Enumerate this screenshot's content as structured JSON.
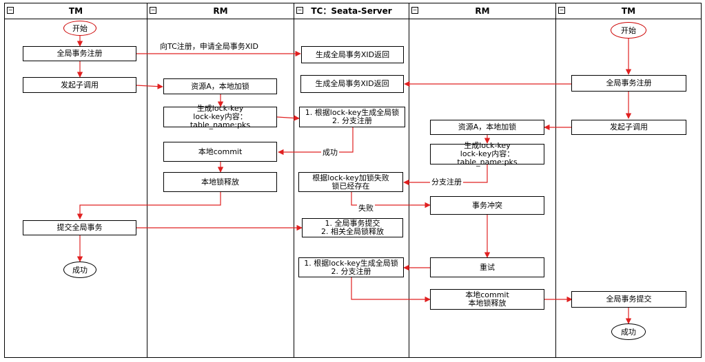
{
  "lanes": [
    {
      "title": "TM"
    },
    {
      "title": "RM"
    },
    {
      "title": "TC：Seata-Server"
    },
    {
      "title": "RM"
    },
    {
      "title": "TM"
    }
  ],
  "collapse_symbol": "⊟",
  "left_tm": {
    "start": "开始",
    "register": "全局事务注册",
    "invoke": "发起子调用",
    "commit": "提交全局事务",
    "success": "成功"
  },
  "left_rm": {
    "lock_local": "资源A，本地加锁",
    "gen_key": "生成lock-key\nlock-key内容：table_name:pks",
    "local_commit": "本地commit",
    "release": "本地锁释放"
  },
  "tc": {
    "xid1": "生成全局事务XID返回",
    "xid2": "生成全局事务XID返回",
    "gen_lock1": "1. 根据lock-key生成全局锁\n2. 分支注册",
    "lock_fail": "根据lock-key加锁失败\n锁已经存在",
    "commit": "1. 全局事务提交\n2. 相关全局锁释放",
    "gen_lock2": "1. 根据lock-key生成全局锁\n2. 分支注册"
  },
  "right_rm": {
    "lock_local": "资源A，本地加锁",
    "gen_key": "生成lock-key\nlock-key内容：table_name:pks",
    "conflict": "事务冲突",
    "retry": "重试",
    "commit_release": "本地commit\n本地锁释放"
  },
  "right_tm": {
    "start": "开始",
    "register": "全局事务注册",
    "invoke": "发起子调用",
    "commit": "全局事务提交",
    "success": "成功"
  },
  "edge_labels": {
    "register_tc": "向TC注册，申请全局事务XID",
    "success": "成功",
    "branch_register": "分支注册",
    "fail": "失败"
  },
  "colors": {
    "arrow": "#e02020",
    "border": "#000000"
  }
}
